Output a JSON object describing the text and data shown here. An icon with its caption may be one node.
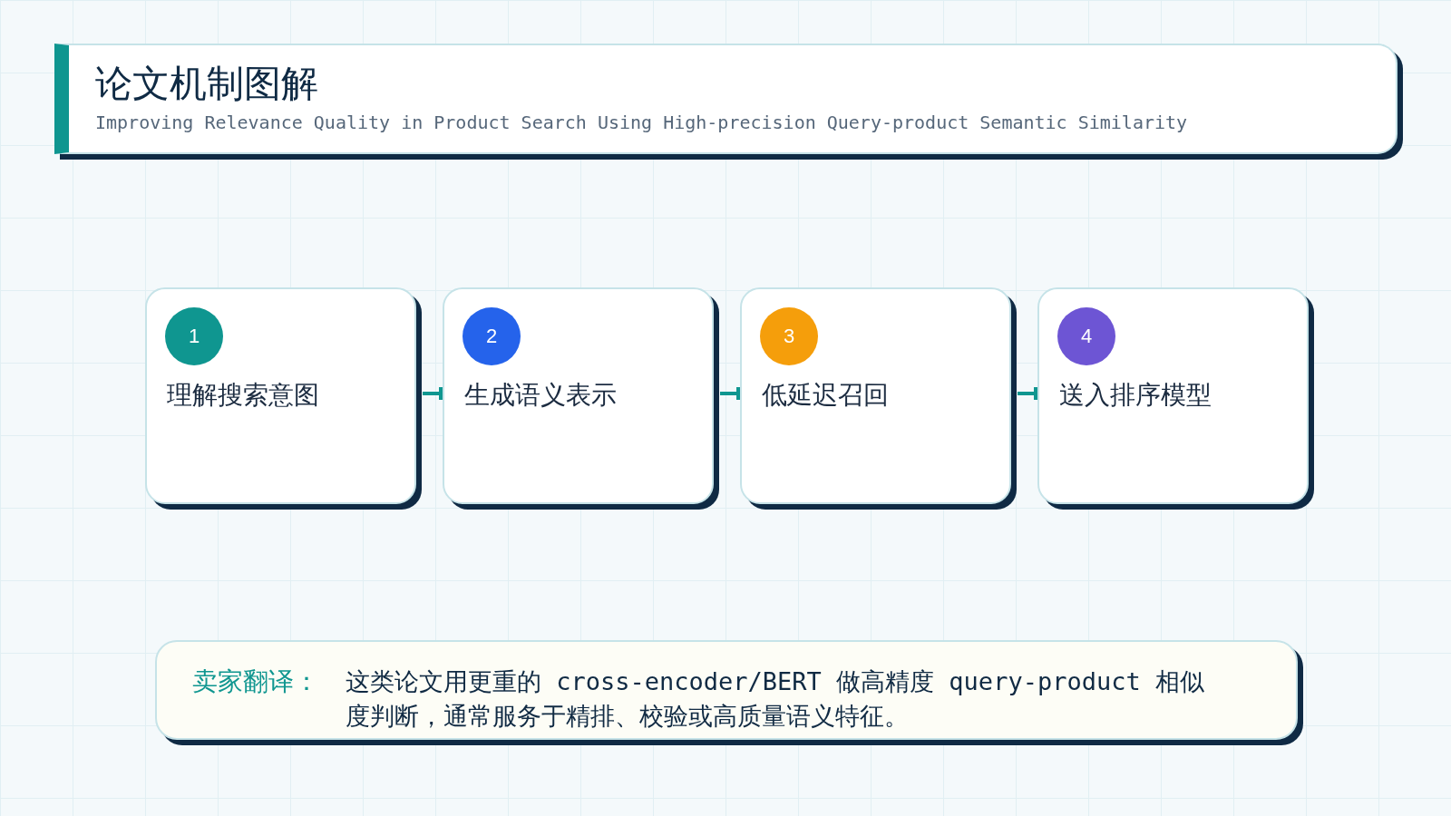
{
  "diagram": {
    "title": "论文机制图解",
    "nodes": [
      {
        "text": [
          "理解搜索意图"
        ]
      },
      {
        "text": [
          "1"
        ],
        "in": 0
      },
      {
        "text": [
          "生成语义表示"
        ]
      },
      {
        "text": [
          "2"
        ],
        "in": 2
      },
      {
        "text": [
          "低延迟召回"
        ]
      },
      {
        "text": [
          "3"
        ],
        "in": 4
      },
      {
        "text": [
          "送入排序模型"
        ]
      },
      {
        "text": [
          "4"
        ],
        "in": 6
      },
      {
        "text": [
          "卖家翻译：",
          "这类论文用更重的 cross-encoder/BERT 做高精度 query-product 相似度判断，通常服务于精排、校验或高质量语义特征。"
        ]
      }
    ],
    "edges": [
      {
        "from": 0,
        "to": 2,
        "arrow": "other"
      },
      {
        "from": 2,
        "to": 4,
        "arrow": "other"
      },
      {
        "from": 4,
        "to": 6,
        "arrow": "other"
      }
    ],
    "labels": [
      "Improving Relevance Quality in Product Search Using High-precision Query-product Semantic Similarity"
    ]
  }
}
